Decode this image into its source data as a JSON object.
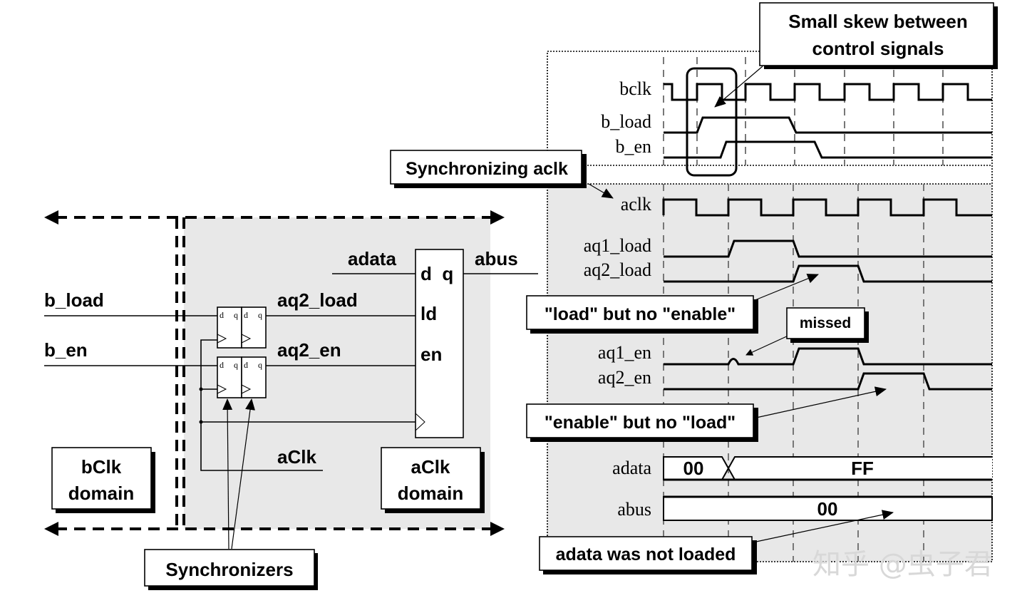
{
  "colors": {
    "background": "#ffffff",
    "shaded_region": "#e8e8e8",
    "ink": "#000000",
    "watermark": "#d8d8d8"
  },
  "schematic": {
    "inputs": {
      "b_load": "b_load",
      "b_en": "b_en"
    },
    "signals": {
      "adata": "adata",
      "abus": "abus",
      "aq2_load": "aq2_load",
      "aq2_en": "aq2_en",
      "aclk": "aClk"
    },
    "flop_pins": {
      "d": "d",
      "q": "q"
    },
    "register_pins": {
      "dq": "d  q",
      "ld": "ld",
      "en": "en"
    },
    "domain_labels": {
      "bclk": [
        "bClk",
        "domain"
      ],
      "aclk": [
        "aClk",
        "domain"
      ]
    },
    "callout_synchronizers": "Synchronizers"
  },
  "timing": {
    "callouts": {
      "small_skew": [
        "Small skew between",
        "control signals"
      ],
      "synchronizing_aclk": "Synchronizing aclk",
      "load_no_enable": "\"load\" but no \"enable\"",
      "missed": "missed",
      "enable_no_load": "\"enable\" but no \"load\"",
      "adata_not_loaded": "adata was not loaded"
    },
    "signal_names": {
      "bclk": "bclk",
      "b_load": "b_load",
      "b_en": "b_en",
      "aclk": "aclk",
      "aq1_load": "aq1_load",
      "aq2_load": "aq2_load",
      "aq1_en": "aq1_en",
      "aq2_en": "aq2_en",
      "adata": "adata",
      "abus": "abus"
    },
    "bus_values": {
      "adata": [
        "00",
        "FF"
      ],
      "abus": [
        "00"
      ]
    }
  },
  "watermark": "知乎 @虫子君"
}
